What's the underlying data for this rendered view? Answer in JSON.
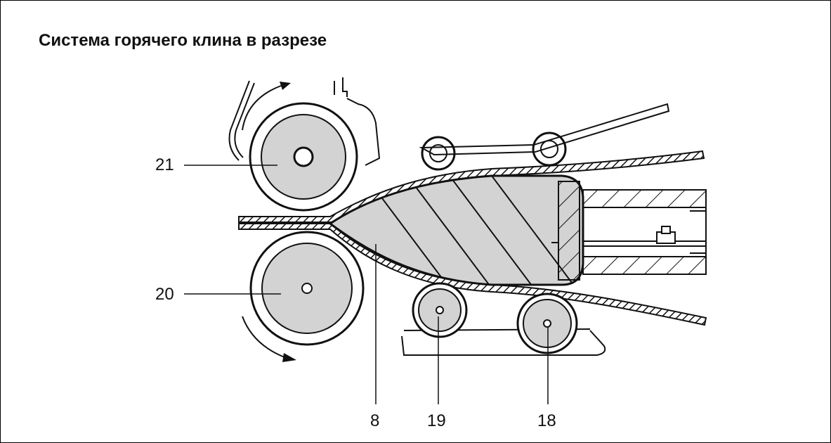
{
  "title": "Система горячего клина в разрезе",
  "callouts": {
    "c21": "21",
    "c20": "20",
    "c8": "8",
    "c19": "19",
    "c18": "18"
  },
  "colors": {
    "line": "#111111",
    "fill_gray": "#d3d3d3",
    "background": "#ffffff"
  }
}
